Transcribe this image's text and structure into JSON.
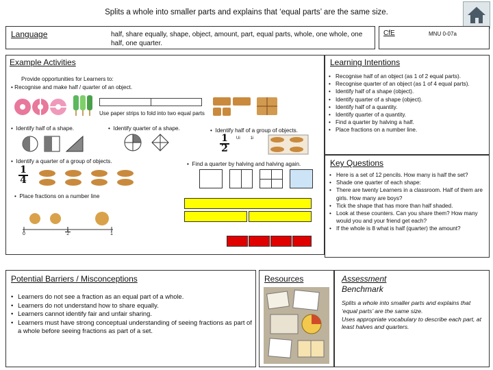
{
  "title": "Splits a whole into smaller parts and explains that ‘equal parts’ are the same size.",
  "home_icon": "home-icon",
  "language": {
    "label": "Language",
    "words": "half, share equally, shape, object, amount, part, equal parts, whole, one whole, one half, one quarter."
  },
  "cfe": {
    "label": "CfE",
    "code": "MNU 0-07a"
  },
  "example": {
    "header": "Example Activities",
    "intro": "Provide opportunities for Learners to:",
    "items": [
      "Recognise and make half / quarter of an object.",
      "Identify half of a shape.",
      "Identify quarter of a shape.",
      "Identify half of a group of objects.",
      "Identify a quarter of a group of objects.",
      "Find a quarter by halving and halving again.",
      "Place fractions on a number line"
    ],
    "paper_strip_caption": "Use paper strips to fold into two equal parts",
    "fraction_half": {
      "num": "1",
      "den": "2"
    },
    "fraction_quarter": {
      "num": "1",
      "den": "4"
    },
    "numberline_labels": [
      "0",
      "1",
      "1"
    ],
    "numberline_half": "2"
  },
  "learning": {
    "header": "Learning Intentions",
    "items": [
      "Recognise half of an object (as 1 of 2 equal parts).",
      "Recognise quarter of an object (as 1 of 4 equal parts).",
      "Identify half of a shape (object).",
      "Identify quarter of a shape (object).",
      "Identify half of a quantity.",
      "Identify quarter of a quantity.",
      "Find a quarter by halving a half.",
      "Place fractions on a number line."
    ]
  },
  "key_questions": {
    "header": "Key Questions",
    "items": [
      "Here is a set of 12 pencils. How many is half the set?",
      "Shade one quarter of each shape:",
      "There are twenty Learners in a classroom. Half of them are girls. How many are boys?",
      "Tick the shape that has more than half shaded.",
      "Look at these counters. Can you share them? How many would you and your friend get each?",
      "If the whole is 8 what is half (quarter) the amount?"
    ]
  },
  "barriers": {
    "header": "Potential Barriers / Misconceptions",
    "items": [
      "Learners do not see a fraction as an equal part of a whole.",
      "Learners do not understand how to share equally.",
      "Learners cannot identify fair and unfair sharing.",
      "Learners must have strong conceptual understanding of seeing fractions as part of a whole before seeing fractions as part of a set."
    ]
  },
  "resources": {
    "header": "Resources"
  },
  "assessment": {
    "header_line1": "Assessment",
    "header_line2": "Benchmark",
    "text1": "Splits a whole into smaller parts and explains that ‘equal parts’ are the same size.",
    "text2": "Uses appropriate vocabulary to describe each part, at least halves and quarters."
  },
  "colors": {
    "strip_yellow": "#ffff00",
    "strip_red": "#e00000",
    "donut_pink": "#e8789c",
    "cookie": "#c98a3e",
    "shape_grey": "#777777"
  }
}
